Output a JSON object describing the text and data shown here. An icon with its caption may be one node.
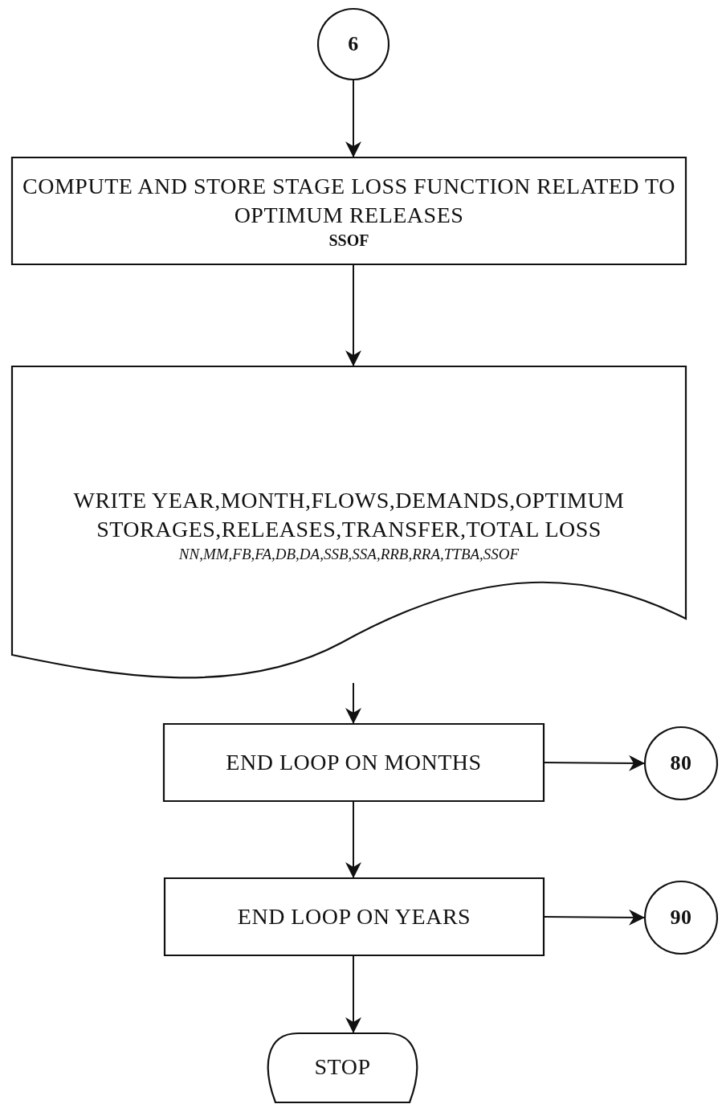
{
  "diagram": {
    "nodes": [
      {
        "text": [
          "6"
        ]
      },
      {
        "text": [
          "COMPUTE AND STORE STAGE LOSS FUNCTION RELATED TO OPTIMUM RELEASES",
          "SSOF"
        ]
      },
      {
        "text": [
          "WRITE YEAR,MONTH,FLOWS,DEMANDS,OPTIMUM STORAGES,RELEASES,TRANSFER,TOTAL LOSS",
          "NN,MM,FB,FA,DB,DA,SSB,SSA,RRB,RRA,TTBA,SSOF"
        ]
      },
      {
        "text": [
          "END LOOP ON MONTHS"
        ]
      },
      {
        "text": [
          "80"
        ]
      },
      {
        "text": [
          "END LOOP ON YEARS"
        ]
      },
      {
        "text": [
          "90"
        ]
      },
      {
        "text": [
          "STOP"
        ]
      }
    ],
    "edges": [
      {
        "from": 0,
        "to": 1,
        "arrow": "to"
      },
      {
        "from": 1,
        "to": 2,
        "arrow": "to"
      },
      {
        "from": 2,
        "to": 3,
        "arrow": "to"
      },
      {
        "from": 3,
        "to": 4,
        "arrow": "to"
      },
      {
        "from": 3,
        "to": 5,
        "arrow": "to"
      },
      {
        "from": 5,
        "to": 6,
        "arrow": "to"
      },
      {
        "from": 5,
        "to": 7,
        "arrow": "to"
      }
    ]
  }
}
